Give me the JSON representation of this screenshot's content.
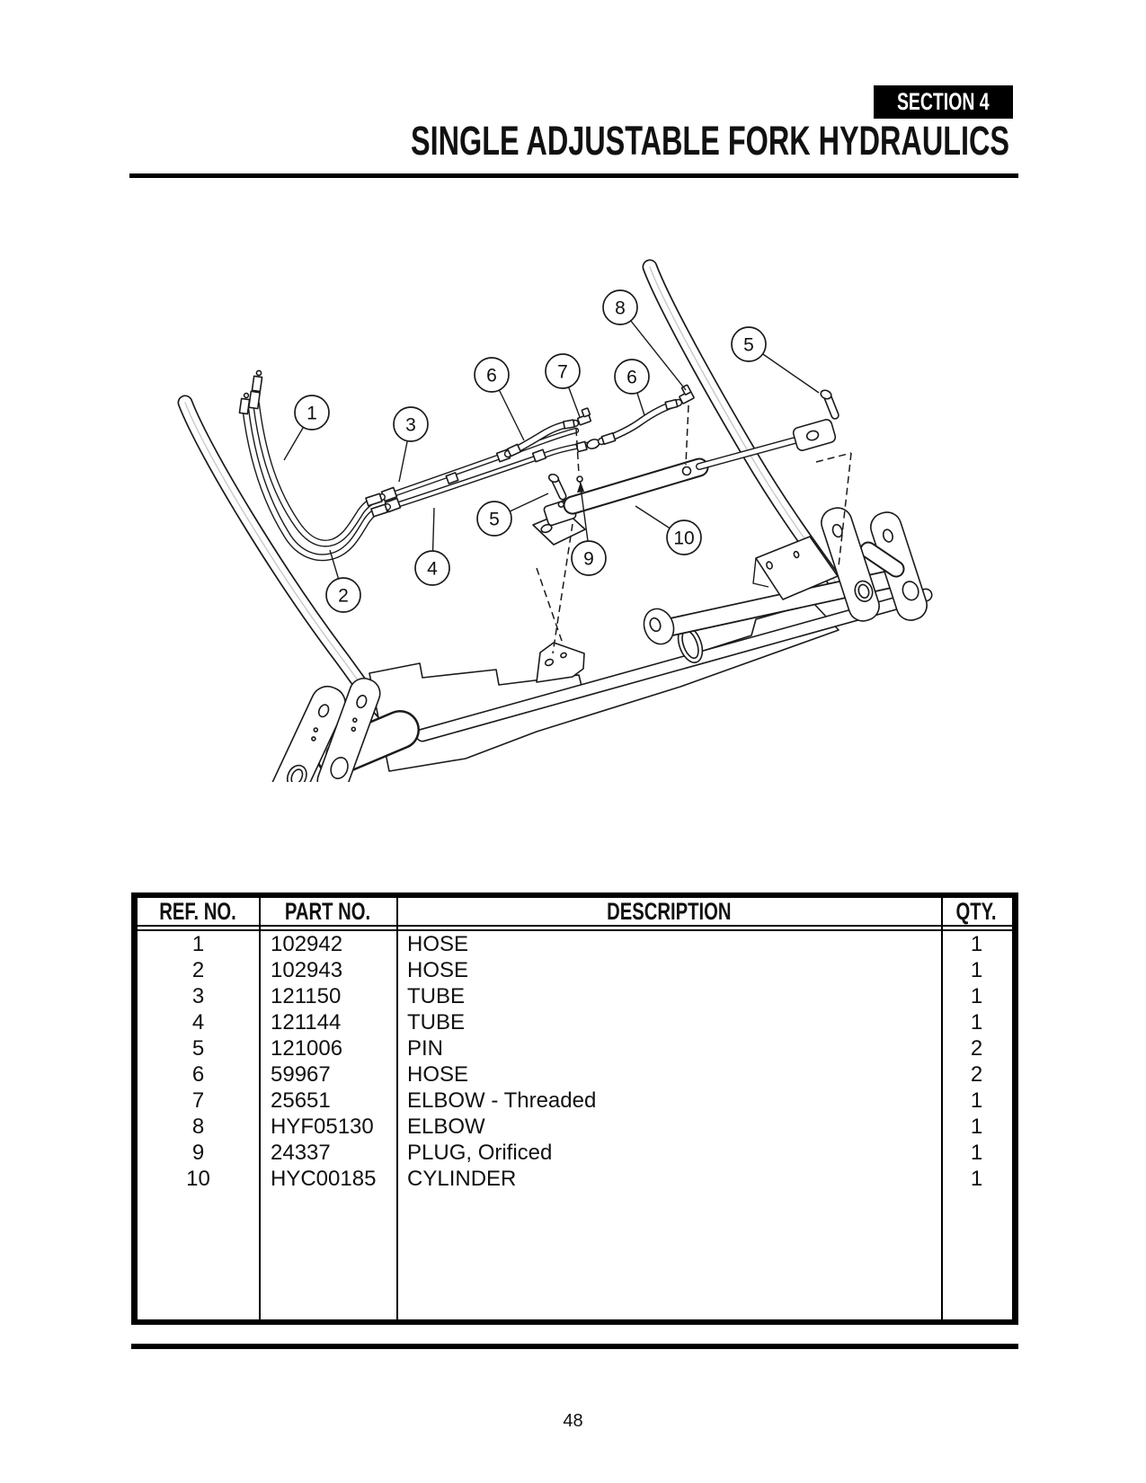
{
  "header": {
    "section_badge": "SECTION 4",
    "title": "SINGLE ADJUSTABLE FORK HYDRAULICS"
  },
  "diagram": {
    "callouts": [
      {
        "label": "1"
      },
      {
        "label": "2"
      },
      {
        "label": "3"
      },
      {
        "label": "4"
      },
      {
        "label": "5"
      },
      {
        "label": "5"
      },
      {
        "label": "6"
      },
      {
        "label": "6"
      },
      {
        "label": "7"
      },
      {
        "label": "8"
      },
      {
        "label": "9"
      },
      {
        "label": "10"
      }
    ]
  },
  "parts_table": {
    "headers": {
      "ref": "REF. NO.",
      "part": "PART NO.",
      "desc": "DESCRIPTION",
      "qty": "QTY."
    },
    "rows": [
      {
        "ref": "1",
        "part": "102942",
        "desc": "HOSE",
        "qty": "1"
      },
      {
        "ref": "2",
        "part": "102943",
        "desc": "HOSE",
        "qty": "1"
      },
      {
        "ref": "3",
        "part": "121150",
        "desc": "TUBE",
        "qty": "1"
      },
      {
        "ref": "4",
        "part": "121144",
        "desc": "TUBE",
        "qty": "1"
      },
      {
        "ref": "5",
        "part": "121006",
        "desc": "PIN",
        "qty": "2"
      },
      {
        "ref": "6",
        "part": "59967",
        "desc": "HOSE",
        "qty": "2"
      },
      {
        "ref": "7",
        "part": "25651",
        "desc": "ELBOW - Threaded",
        "qty": "1"
      },
      {
        "ref": "8",
        "part": "HYF05130",
        "desc": "ELBOW",
        "qty": "1"
      },
      {
        "ref": "9",
        "part": "24337",
        "desc": "PLUG, Orificed",
        "qty": "1"
      },
      {
        "ref": "10",
        "part": "HYC00185",
        "desc": "CYLINDER",
        "qty": "1"
      }
    ]
  },
  "page": {
    "number": "48"
  }
}
